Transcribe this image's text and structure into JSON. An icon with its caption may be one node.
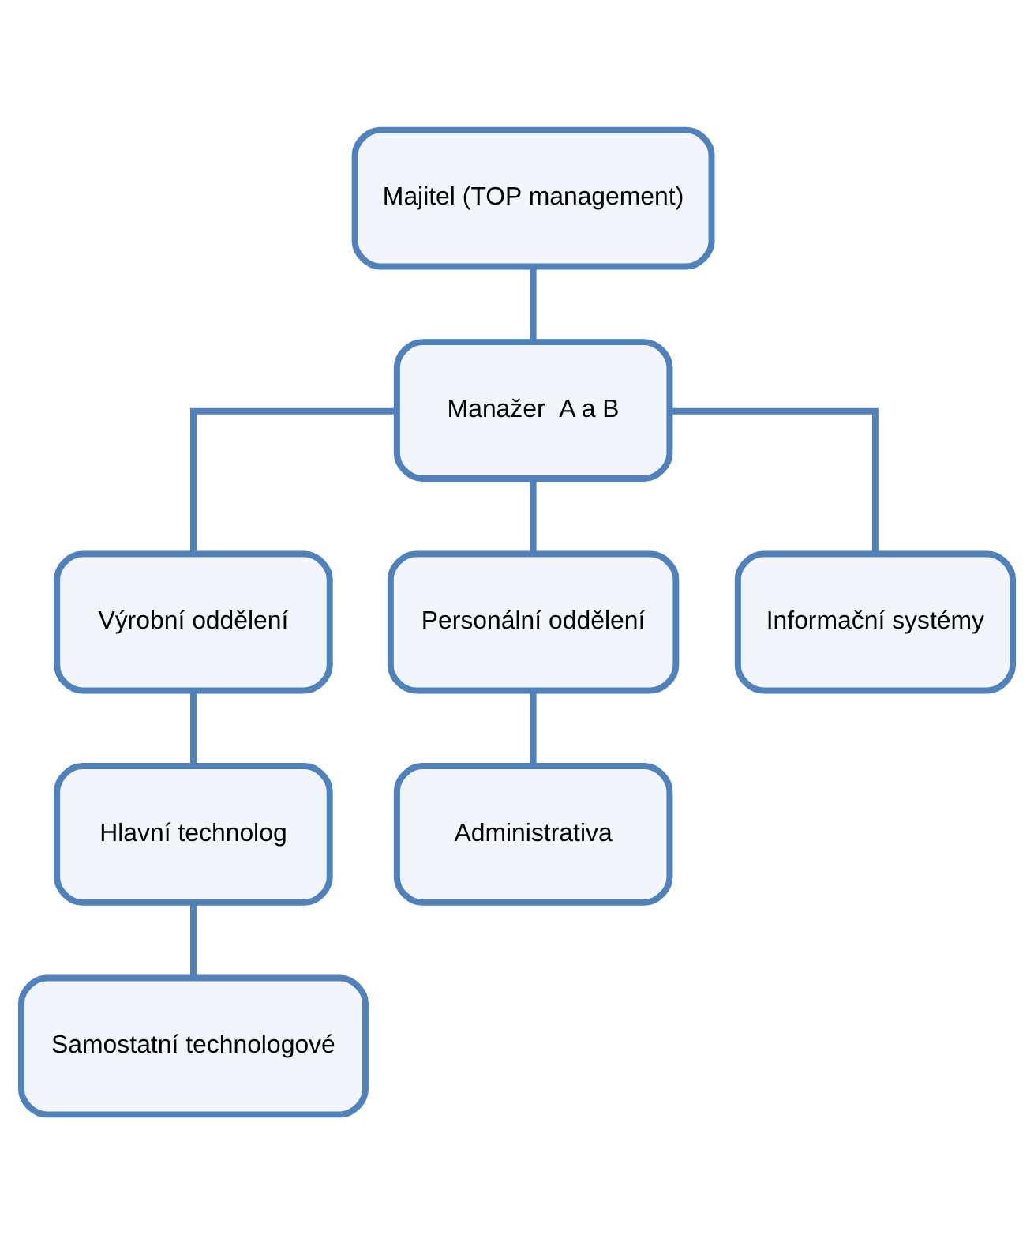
{
  "diagram": {
    "nodes": [
      {
        "text": [
          "Majitel (TOP management)"
        ]
      },
      {
        "text": [
          "Manažer  A a B"
        ]
      },
      {
        "text": [
          "Výrobní oddělení"
        ]
      },
      {
        "text": [
          "Personální oddělení"
        ]
      },
      {
        "text": [
          "Informační systémy"
        ]
      },
      {
        "text": [
          "Hlavní technolog"
        ]
      },
      {
        "text": [
          "Samostatní technologové"
        ]
      },
      {
        "text": [
          "Administrativa"
        ]
      }
    ],
    "edges": [
      {
        "from": 0,
        "to": 1,
        "arrow": "none"
      },
      {
        "from": 1,
        "to": 2,
        "arrow": "none"
      },
      {
        "from": 1,
        "to": 3,
        "arrow": "none"
      },
      {
        "from": 1,
        "to": 4,
        "arrow": "none"
      },
      {
        "from": 2,
        "to": 5,
        "arrow": "none"
      },
      {
        "from": 5,
        "to": 6,
        "arrow": "none"
      },
      {
        "from": 3,
        "to": 7,
        "arrow": "none"
      }
    ]
  }
}
